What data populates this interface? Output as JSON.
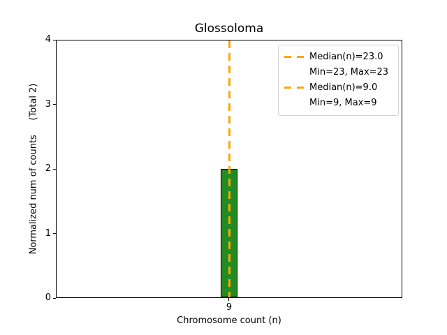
{
  "chart_data": {
    "type": "bar",
    "title": "Glossoloma",
    "xlabel": "Chromosome count (n)",
    "ylabel": "Normalized num of counts     (Total 2)",
    "categories": [
      "9"
    ],
    "values": [
      2
    ],
    "ylim": [
      0,
      4
    ],
    "yticks": [
      0,
      1,
      2,
      3,
      4
    ],
    "grid": "off",
    "bar_color": "#228B22",
    "bar_edge_color": "#000000",
    "median_line_color": "#FFA500",
    "median_line_style": "dashed",
    "median_line_at_category": "9",
    "legend": {
      "position": "upper right",
      "entries": [
        {
          "marker": "dashed-line",
          "label": "Median(n)=23.0"
        },
        {
          "marker": "none",
          "label": "Min=23, Max=23"
        },
        {
          "marker": "dashed-line",
          "label": "Median(n)=9.0"
        },
        {
          "marker": "none",
          "label": "Min=9, Max=9"
        }
      ]
    }
  }
}
